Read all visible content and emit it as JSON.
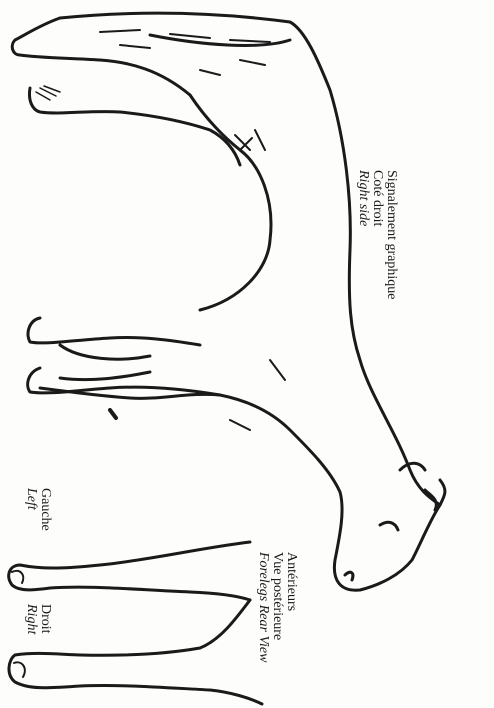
{
  "captions": {
    "right_side": {
      "line1": "Signalement graphique",
      "line2": "Coté droit",
      "line3": "Right side"
    },
    "rear_view": {
      "line1": "Antérieurs",
      "line2": "Vue postérieure",
      "line3": "Forelegs Rear View"
    },
    "left_label": {
      "fr": "Gauche",
      "en": "Left"
    },
    "right_label": {
      "fr": "Droit",
      "en": "Right"
    }
  },
  "colors": {
    "ink": "#1a1a1a",
    "paper": "#fdfdfc"
  }
}
